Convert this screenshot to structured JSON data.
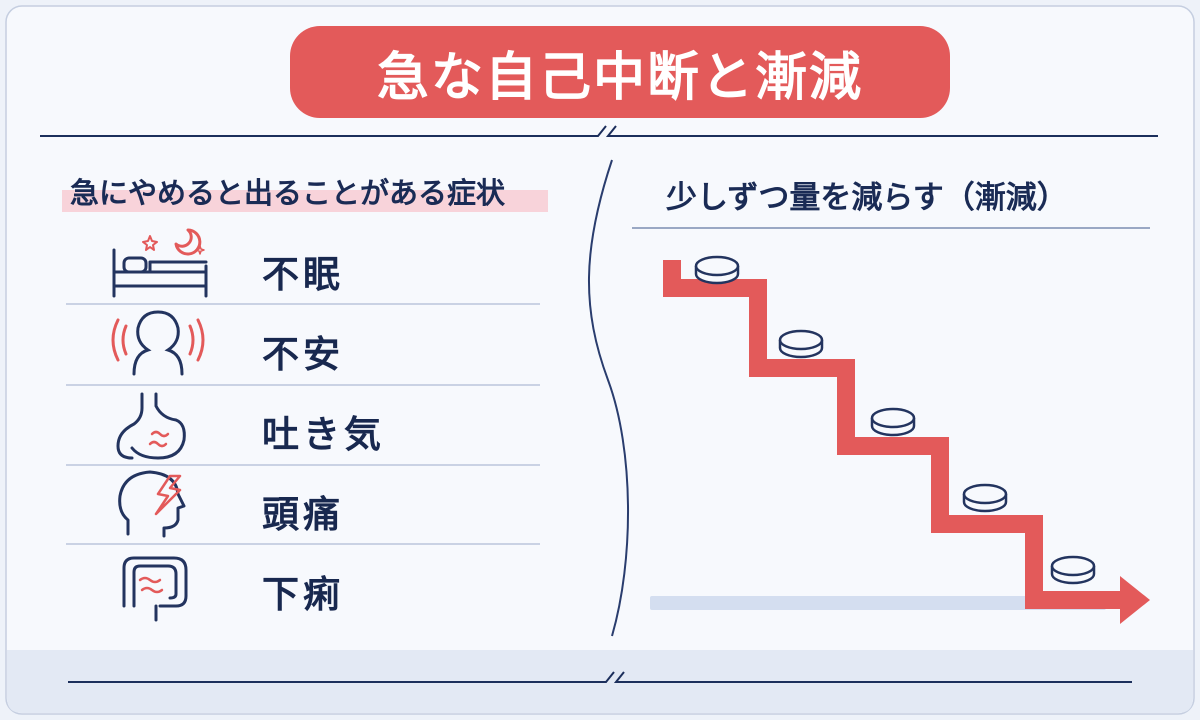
{
  "title": "急な自己中断と漸減",
  "left_panel": {
    "heading": "急にやめると出ることがある症状",
    "symptoms": [
      {
        "label": "不眠",
        "icon": "bed-moon-icon"
      },
      {
        "label": "不安",
        "icon": "anxious-head-icon"
      },
      {
        "label": "吐き気",
        "icon": "stomach-nausea-icon"
      },
      {
        "label": "頭痛",
        "icon": "head-lightning-icon"
      },
      {
        "label": "下痢",
        "icon": "intestine-icon"
      }
    ]
  },
  "right_panel": {
    "heading": "少しずつ量を減らす（漸減）",
    "steps": 5
  },
  "colors": {
    "accent_red": "#e35a5a",
    "navy": "#1c2f5c",
    "highlight_pink": "#f8d3da",
    "background": "#eef2f9"
  }
}
